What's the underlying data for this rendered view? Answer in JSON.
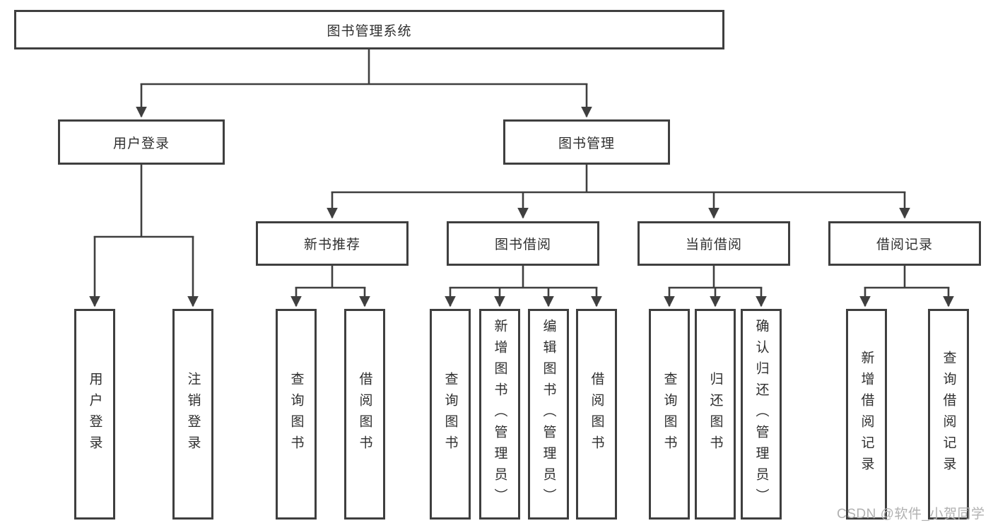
{
  "tree": {
    "label": "图书管理系统",
    "children": [
      {
        "label": "用户登录",
        "children": [
          {
            "label": "用户登录"
          },
          {
            "label": "注销登录"
          }
        ]
      },
      {
        "label": "图书管理",
        "children": [
          {
            "label": "新书推荐",
            "children": [
              {
                "label": "查询图书"
              },
              {
                "label": "借阅图书"
              }
            ]
          },
          {
            "label": "图书借阅",
            "children": [
              {
                "label": "查询图书"
              },
              {
                "label": "新增图书（管理员）"
              },
              {
                "label": "编辑图书（管理员）"
              },
              {
                "label": "借阅图书"
              }
            ]
          },
          {
            "label": "当前借阅",
            "children": [
              {
                "label": "查询图书"
              },
              {
                "label": "归还图书"
              },
              {
                "label": "确认归还（管理员）"
              }
            ]
          },
          {
            "label": "借阅记录",
            "children": [
              {
                "label": "新增借阅记录"
              },
              {
                "label": "查询借阅记录"
              }
            ]
          }
        ]
      }
    ]
  },
  "watermark": "CSDN @软件_小贺同学",
  "colors": {
    "line": "#3f3f3f",
    "box_border": "#3f3f3f",
    "box_fill": "#ffffff",
    "text": "#2f2f2f",
    "watermark": "#b1b1b1"
  }
}
